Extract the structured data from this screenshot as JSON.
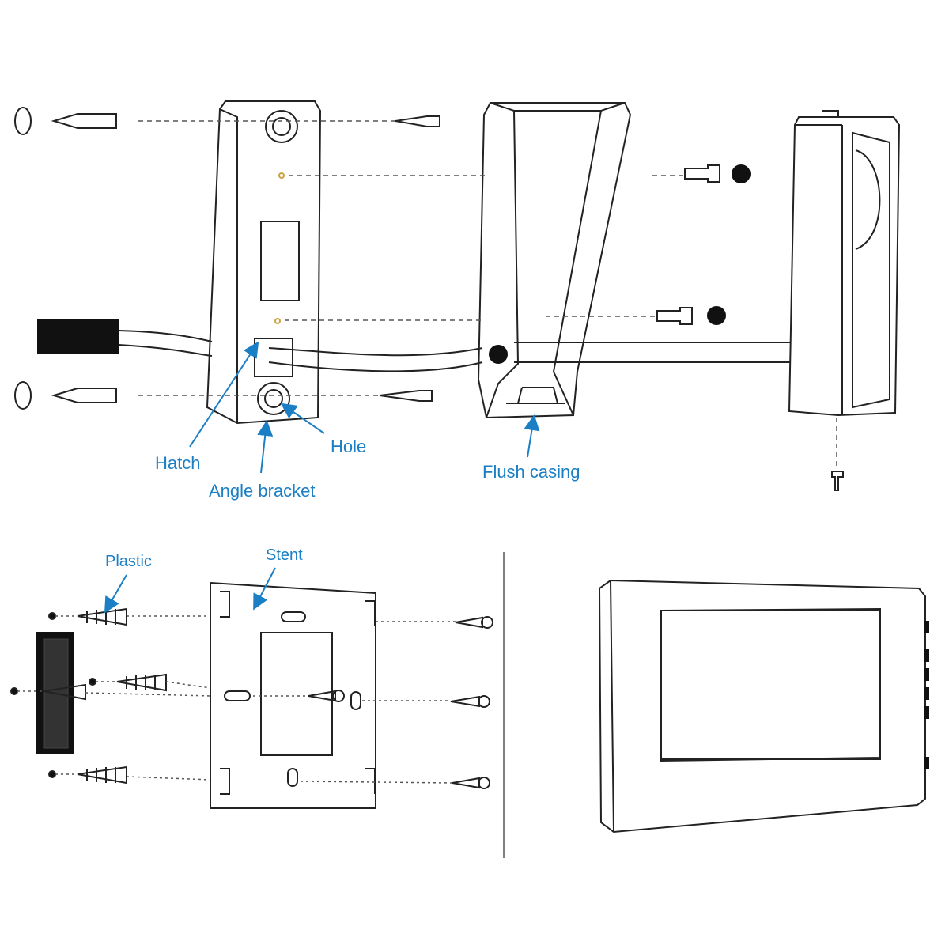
{
  "labels": {
    "hatch": "Hatch",
    "hole": "Hole",
    "angle_bracket": "Angle bracket",
    "flush_casing": "Flush casing",
    "plastic": "Plastic",
    "stent": "Stent"
  },
  "colors": {
    "label": "#1a7fc4",
    "line": "#222222",
    "dash": "#555555",
    "fill_dark": "#111111"
  }
}
